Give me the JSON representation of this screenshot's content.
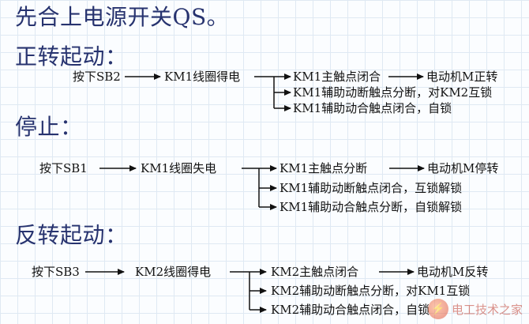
{
  "headings": {
    "intro": "先合上电源开关QS。",
    "forward": "正转起动：",
    "stop": "停止：",
    "reverse": "反转起动："
  },
  "forward": {
    "trigger": "按下SB2",
    "coil": "KM1线圈得电",
    "branch1": "KM1主触点闭合",
    "result": "电动机M正转",
    "branch2": "KM1辅助动断触点分断，对KM2互锁",
    "branch3": "KM1辅助动合触点闭合，自锁"
  },
  "stop": {
    "trigger": "按下SB1",
    "coil": "KM1线圈失电",
    "branch1": "KM1主触点分断",
    "result": "电动机M停转",
    "branch2": "KM1辅助动断触点闭合，互锁解锁",
    "branch3": "KM1辅助动合触点分断，自锁解锁"
  },
  "reverse": {
    "trigger": "按下SB3",
    "coil": "KM2线圈得电",
    "branch1": "KM2主触点闭合",
    "result": "电动机M反转",
    "branch2": "KM2辅助动断触点分断，对KM1互锁",
    "branch3": "KM2辅助动合触点闭合，自锁"
  },
  "watermark": {
    "icon": "logo-icon",
    "text": "电工技术之家"
  }
}
